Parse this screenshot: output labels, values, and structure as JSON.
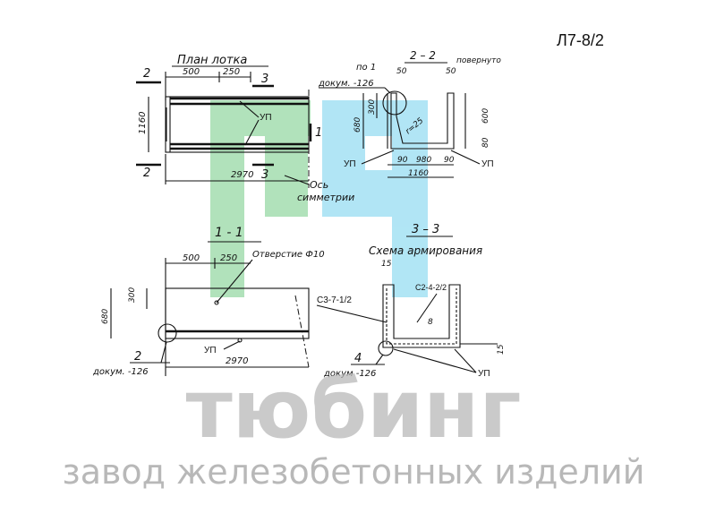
{
  "sheet_code": "Л7-8/2",
  "colors": {
    "logo_green": "#a9dfb4",
    "logo_blue": "#a9e3f4",
    "watermark_gray": "#b8b8b8"
  },
  "plan": {
    "title": "План лотка",
    "dim_500": "500",
    "dim_250": "250",
    "dim_1160": "1160",
    "dim_2970": "2970",
    "sec2": "2",
    "sec3": "3",
    "sec1": "1",
    "up": "УП",
    "axis_label_1": "Ось",
    "axis_label_2": "симметрии"
  },
  "section22": {
    "title": "2 – 2",
    "subtitle": "повернуто",
    "ref_line1": "по 1",
    "ref_line2": "докум. -126",
    "dim_50a": "50",
    "dim_50b": "50",
    "dim_680": "680",
    "dim_300": "300",
    "dim_600": "600",
    "dim_80": "80",
    "radius": "r=25",
    "dim_90a": "90",
    "dim_980": "980",
    "dim_90b": "90",
    "dim_1160": "1160",
    "up_left": "УП",
    "up_right": "УП"
  },
  "section11": {
    "title": "1 - 1",
    "dim_500": "500",
    "dim_250": "250",
    "hole_label": "Отверстие Ф10",
    "dim_300": "300",
    "dim_680": "680",
    "node_num": "2",
    "node_doc": "докум. -126",
    "up": "УП",
    "dim_2970": "2970"
  },
  "section33": {
    "title": "3 – 3",
    "subtitle": "Схема армирования",
    "dim_15a": "15",
    "mesh1": "С3-7-1/2",
    "mesh2": "С2-4-2/2",
    "bar": "8",
    "node_num": "4",
    "node_doc": "докум -126",
    "up": "УП",
    "dim_15b": "15"
  },
  "watermark": {
    "brand": "тюбинг",
    "tagline": "завод железобетонных изделий"
  }
}
